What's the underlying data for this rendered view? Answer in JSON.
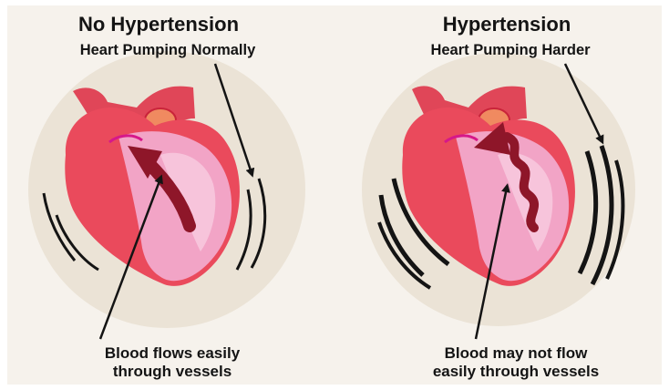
{
  "left_panel": {
    "title": "No Hypertension",
    "subtitle": "Heart Pumping Normally",
    "caption_line1": "Blood flows easily",
    "caption_line2": "through vessels"
  },
  "right_panel": {
    "title": "Hypertension",
    "subtitle": "Heart Pumping Harder",
    "caption_line1": "Blood may not flow",
    "caption_line2": "easily through vessels"
  },
  "colors": {
    "background": "#f6f2ec",
    "circle": "#ebe3d6",
    "heart_red": "#ea4a5c",
    "heart_dark": "#c9243a",
    "heart_pink": "#f2a4c6",
    "heart_pink_light": "#f7c4db",
    "aorta": "#e04658",
    "flow_arrow": "#8e1629",
    "motion_lines": "#141414"
  }
}
